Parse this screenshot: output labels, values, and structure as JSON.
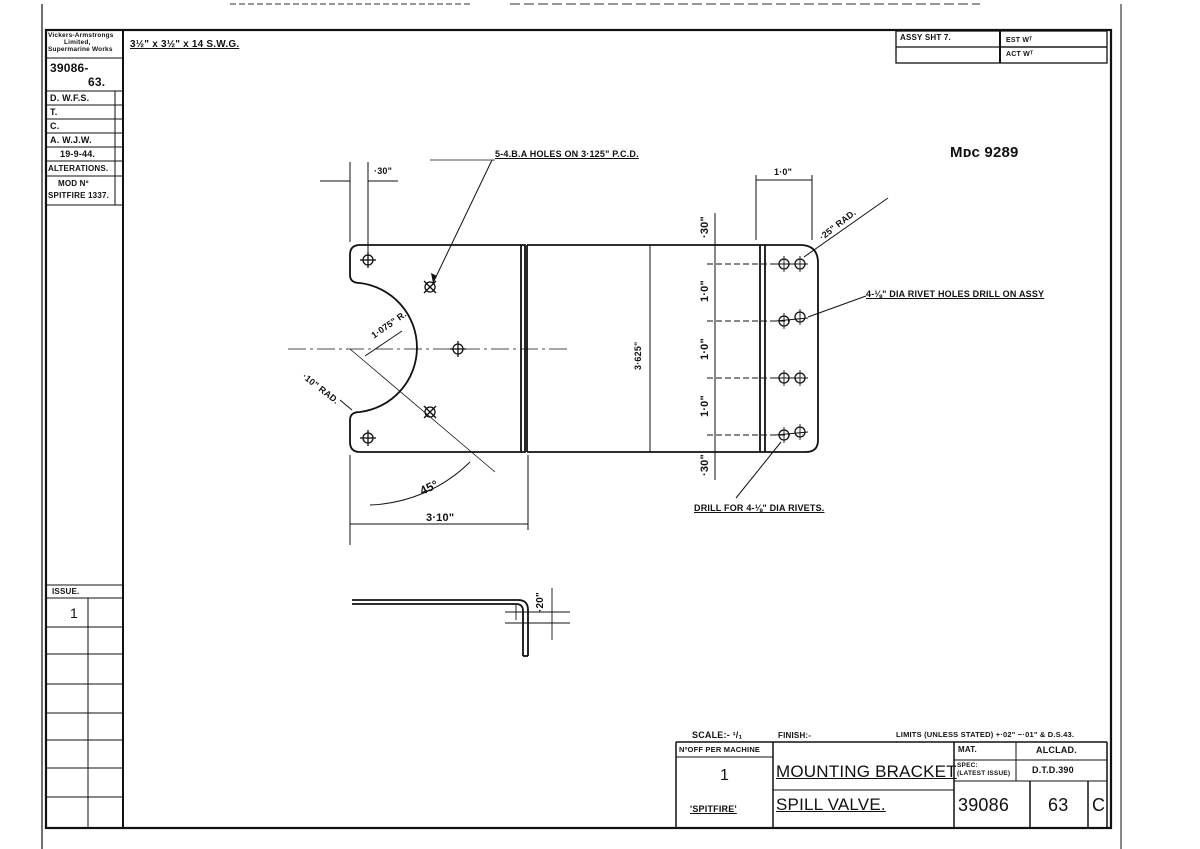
{
  "left_panel": {
    "company": [
      "Vickers-Armstrongs",
      "Limited,",
      "Supermarine Works"
    ],
    "drawing_no_1": "39086-",
    "drawing_no_2": "63.",
    "d": "D. W.F.S.",
    "t": "T.",
    "c": "C.",
    "a": "A. W.J.W.",
    "date": "19-9-44.",
    "alterations": "ALTERATIONS.",
    "mod_no": "MOD Nº",
    "spitfire_mod": "SPITFIRE 1337.",
    "issue": "ISSUE.",
    "issue_value": "1"
  },
  "header": {
    "stock_size": "3½\" x 3½\" x 14 S.W.G.",
    "assy_sheet": "ASSY SHT 7.",
    "est_wt": "EST Wᵀ",
    "act_wt": "ACT Wᵀ",
    "mac_ref": "Mᴅᴄ 9289"
  },
  "drawing": {
    "holes_note": "5-4.B.A HOLES ON 3·125\" P.C.D.",
    "dim_30_top": "·30\"",
    "radius_1075": "1·075\" R.",
    "rad_10": "·10\" RAD.",
    "angle_45": "45°",
    "dim_310": "3·10\"",
    "dim_3625": "3·625\"",
    "dim_30_left_top": "·30\"",
    "dim_10_a": "1·0\"",
    "dim_10_b": "1·0\"",
    "dim_10_c": "1·0\"",
    "dim_30_left_bottom": "·30\"",
    "dim_10_top": "1·0\"",
    "rad_25": "·25\" RAD.",
    "rivet_holes_note": "4-⅛\" DIA RIVET HOLES DRILL ON ASSY",
    "drill_note": "DRILL FOR 4-⅛\" DIA RIVETS.",
    "dim_20": "·20\""
  },
  "title_block": {
    "scale": "SCALE:- ¹/₁",
    "finish": "FINISH:-",
    "limits": "LIMITS (UNLESS STATED) +·02\" −·01\" & D.S.43.",
    "no_off_label": "NºOFF PER MACHINE",
    "no_off_value": "1",
    "machine": "'SPITFIRE'",
    "title_1": "MOUNTING BRACKET",
    "title_2": "SPILL VALVE.",
    "mat_label": "MAT.",
    "mat_value": "ALCLAD.",
    "spec_label_1": "SPEC:",
    "spec_label_2": "(LATEST ISSUE)",
    "spec_value": "D.T.D.390",
    "drawing_no": "39086",
    "sheet_no": "63",
    "issue_letter": "C"
  }
}
